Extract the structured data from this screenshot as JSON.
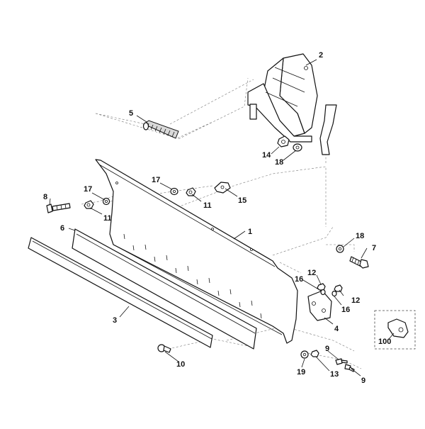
{
  "callouts": {
    "c1": "1",
    "c2": "2",
    "c3": "3",
    "c4": "4",
    "c5": "5",
    "c6": "6",
    "c7": "7",
    "c8": "8",
    "c9a": "9",
    "c9b": "9",
    "c10": "10",
    "c11a": "11",
    "c11b": "11",
    "c12a": "12",
    "c12b": "12",
    "c13": "13",
    "c14": "14",
    "c15": "15",
    "c16a": "16",
    "c16b": "16",
    "c17a": "17",
    "c17b": "17",
    "c18a": "18",
    "c18b": "18",
    "c19": "19",
    "c100": "100"
  }
}
